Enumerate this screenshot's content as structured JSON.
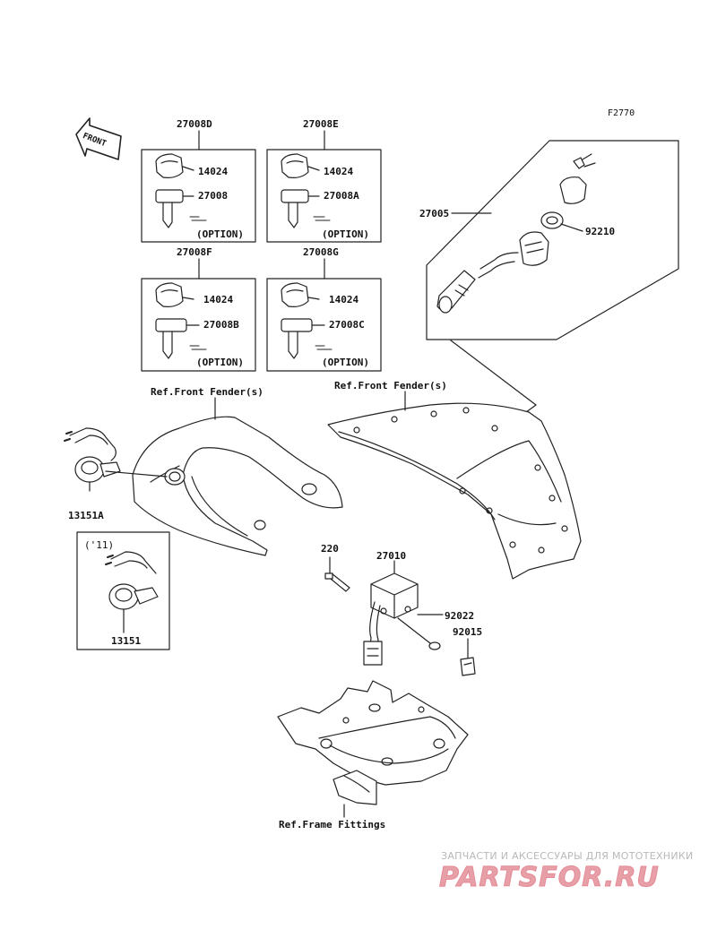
{
  "figure_code": "F2770",
  "front_arrow_text": "FRONT",
  "key_sets": [
    {
      "assembly": "27008D",
      "cap": "14024",
      "key": "27008",
      "option": "(OPTION)"
    },
    {
      "assembly": "27008E",
      "cap": "14024",
      "key": "27008A",
      "option": "(OPTION)"
    },
    {
      "assembly": "27008F",
      "cap": "14024",
      "key": "27008B",
      "option": "(OPTION)"
    },
    {
      "assembly": "27008G",
      "cap": "14024",
      "key": "27008C",
      "option": "(OPTION)"
    }
  ],
  "parts": {
    "switch_assembly": "27005",
    "nut": "92210",
    "plug_a": "13151A",
    "plug": "13151",
    "plug_year": "('11)",
    "bolt": "220",
    "bracket": "27010",
    "washer": "92022",
    "clip": "92015"
  },
  "refs": {
    "front_fender_left": "Ref.Front Fender(s)",
    "front_fender_right": "Ref.Front Fender(s)",
    "frame_fittings": "Ref.Frame Fittings"
  },
  "watermark": {
    "tagline": "ЗАПЧАСТИ И АКСЕССУАРЫ ДЛЯ МОТОТЕХНИКИ",
    "brand": "PARTSFOR.RU"
  },
  "colors": {
    "line": "#222222",
    "watermark_red": "#e48a96",
    "watermark_gray": "#b8b8b8"
  }
}
